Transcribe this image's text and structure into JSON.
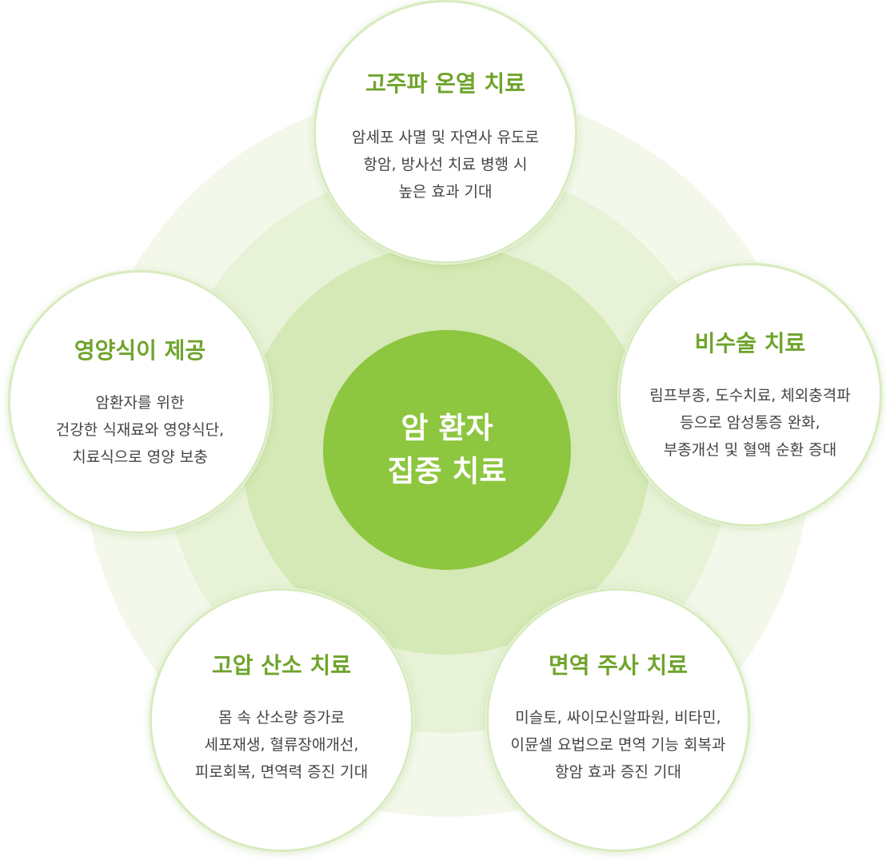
{
  "center": {
    "lines": [
      "암 환자",
      "집중 치료"
    ]
  },
  "nodes": {
    "top": {
      "title": "고주파 온열 치료",
      "lines": [
        "암세포 사멸 및 자연사 유도로",
        "항암, 방사선 치료 병행 시",
        "높은 효과 기대"
      ]
    },
    "left": {
      "title": "영양식이 제공",
      "lines": [
        "암환자를 위한",
        "건강한 식재료와 영양식단,",
        "치료식으로 영양 보충"
      ]
    },
    "right": {
      "title": "비수술 치료",
      "lines": [
        "림프부종, 도수치료, 체외충격파",
        "등으로 암성통증 완화,",
        "부종개선 및 혈액 순환 증대"
      ]
    },
    "bottom_left": {
      "title": "고압 산소 치료",
      "lines": [
        "몸 속 산소량 증가로",
        "세포재생, 혈류장애개선,",
        "피로회복, 면역력 증진 기대"
      ]
    },
    "bottom_right": {
      "title": "면역 주사 치료",
      "lines": [
        "미슬토, 싸이모신알파원, 비타민,",
        "이뮨셀 요법으로 면역 기능 회복과",
        "항암 효과 증진 기대"
      ]
    }
  },
  "colors": {
    "core": "#8dc63f",
    "title": "#6fa42c",
    "ring_outer": "#f3f8ea",
    "ring_middle": "#e7f2d6",
    "ring_inner": "#d4e9b5"
  }
}
